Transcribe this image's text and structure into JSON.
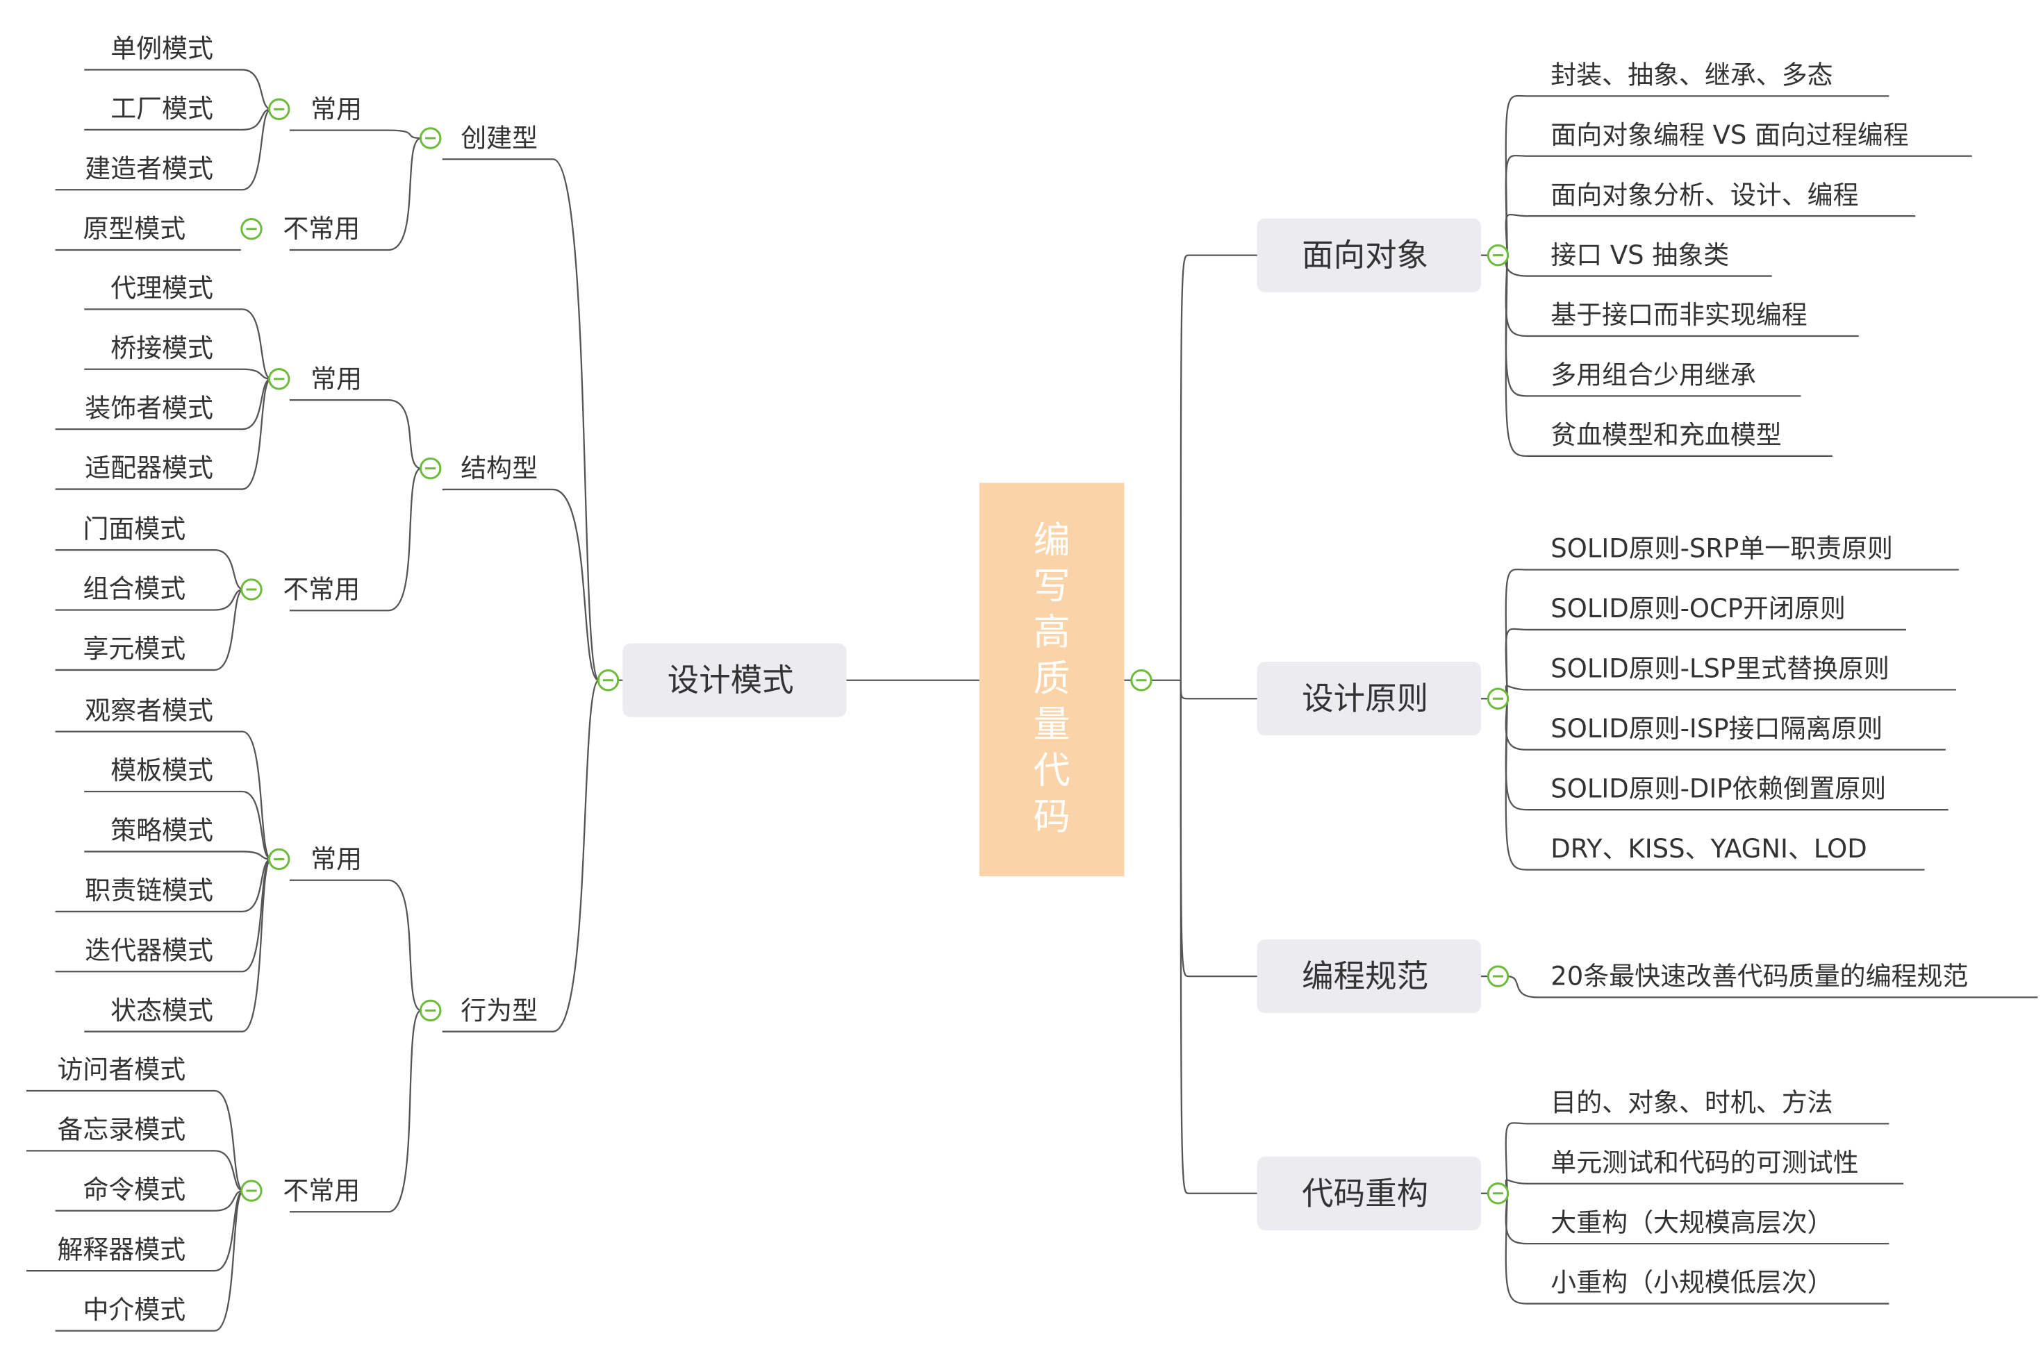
{
  "root": "编写高质量代码",
  "colors": {
    "root_fill": "#fad4a8",
    "root_text": "#ffffff",
    "topic_fill": "#ebebf0",
    "line": "#555555",
    "toggle": "#6dbb3a",
    "text": "#333333"
  },
  "design_patterns": {
    "label": "设计模式",
    "groups": [
      {
        "label": "创建型",
        "subs": [
          {
            "label": "常用",
            "items": [
              "单例模式",
              "工厂模式",
              "建造者模式"
            ]
          },
          {
            "label": "不常用",
            "items": [
              "原型模式"
            ]
          }
        ]
      },
      {
        "label": "结构型",
        "subs": [
          {
            "label": "常用",
            "items": [
              "代理模式",
              "桥接模式",
              "装饰者模式",
              "适配器模式"
            ]
          },
          {
            "label": "不常用",
            "items": [
              "门面模式",
              "组合模式",
              "享元模式"
            ]
          }
        ]
      },
      {
        "label": "行为型",
        "subs": [
          {
            "label": "常用",
            "items": [
              "观察者模式",
              "模板模式",
              "策略模式",
              "职责链模式",
              "迭代器模式",
              "状态模式"
            ]
          },
          {
            "label": "不常用",
            "items": [
              "访问者模式",
              "备忘录模式",
              "命令模式",
              "解释器模式",
              "中介模式"
            ]
          }
        ]
      }
    ]
  },
  "right_topics": [
    {
      "label": "面向对象",
      "items": [
        "封装、抽象、继承、多态",
        "面向对象编程 VS 面向过程编程",
        "面向对象分析、设计、编程",
        "接口 VS 抽象类",
        "基于接口而非实现编程",
        "多用组合少用继承",
        "贫血模型和充血模型"
      ]
    },
    {
      "label": "设计原则",
      "items": [
        "SOLID原则-SRP单一职责原则",
        "SOLID原则-OCP开闭原则",
        "SOLID原则-LSP里式替换原则",
        "SOLID原则-ISP接口隔离原则",
        "SOLID原则-DIP依赖倒置原则",
        "DRY、KISS、YAGNI、LOD"
      ]
    },
    {
      "label": "编程规范",
      "items": [
        "20条最快速改善代码质量的编程规范"
      ]
    },
    {
      "label": "代码重构",
      "items": [
        "目的、对象、时机、方法",
        "单元测试和代码的可测试性",
        "大重构（大规模高层次）",
        "小重构（小规模低层次）"
      ]
    }
  ]
}
